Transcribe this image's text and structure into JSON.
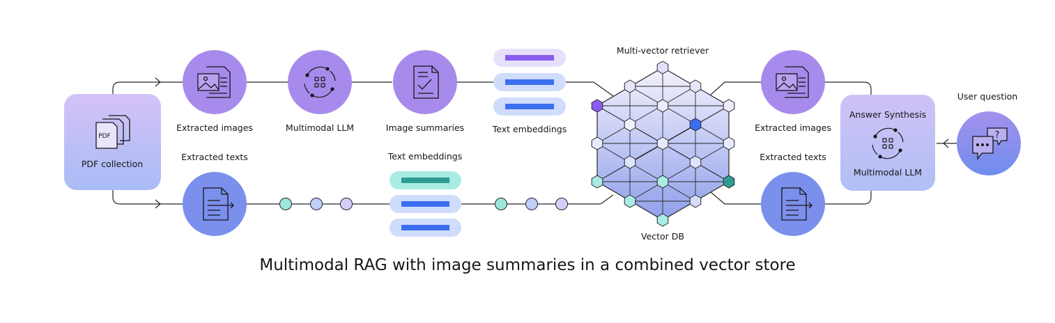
{
  "labels": {
    "pdf_collection": "PDF collection",
    "pdf_doc": "PDF",
    "extracted_images_left": "Extracted images",
    "extracted_texts_left": "Extracted texts",
    "multimodal_llm": "Multimodal LLM",
    "image_summaries": "Image summaries",
    "text_embeddings_top": "Text embeddings",
    "text_embeddings_bottom": "Text embeddings",
    "multi_vector_retriever": "Multi-vector retriever",
    "vector_db": "Vector DB",
    "extracted_images_right": "Extracted images",
    "extracted_texts_right": "Extracted texts",
    "answer_synthesis": "Answer Synthesis",
    "answer_llm": "Multimodal LLM",
    "user_question": "User question"
  },
  "caption": "Multimodal RAG with image summaries in a combined vector store",
  "colors": {
    "purple_node": "#a78bec",
    "blue_node": "#7b8fec",
    "accent_purple": "#8a5cf0",
    "accent_blue": "#3b6ff0",
    "accent_teal": "#2f9c92",
    "line": "#262626"
  },
  "icons": {
    "pdf": "pdf-stack-icon",
    "image_doc": "image-document-icon",
    "llm": "neural-llm-icon",
    "summary": "summary-document-icon",
    "text_doc": "text-document-icon",
    "chat": "chat-question-icon"
  }
}
